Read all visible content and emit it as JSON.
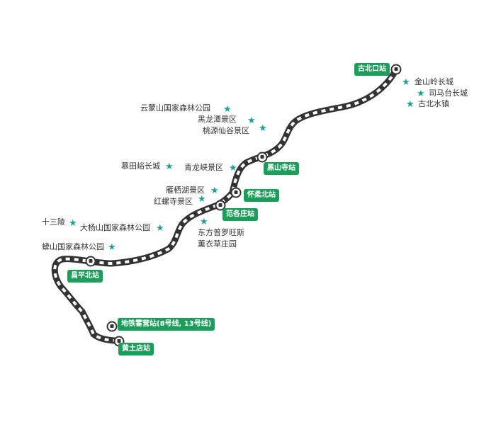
{
  "stations": [
    {
      "id": "gubeikou",
      "name": "古北口站"
    },
    {
      "id": "heishansi",
      "name": "黑山寺站"
    },
    {
      "id": "huairoubei",
      "name": "怀柔北站"
    },
    {
      "id": "fangezhuang",
      "name": "范各庄站"
    },
    {
      "id": "changpingbei",
      "name": "昌平北站"
    },
    {
      "id": "huoying",
      "name": "地铁霍营站(8号线, 13号线)"
    },
    {
      "id": "huangtudian",
      "name": "黄土店站"
    }
  ],
  "station_icon": "train-icon",
  "poi_icon": "star-icon",
  "pois": [
    {
      "id": "jinshanling",
      "name": "金山岭长城"
    },
    {
      "id": "simatai",
      "name": "司马台长城"
    },
    {
      "id": "gubeishuizhen",
      "name": "古北水镇"
    },
    {
      "id": "yunmengshan",
      "name": "云蒙山国家森林公园"
    },
    {
      "id": "heilongtan",
      "name": "黑龙潭景区"
    },
    {
      "id": "taoyuanxiangu",
      "name": "桃源仙谷景区"
    },
    {
      "id": "mutianyu",
      "name": "慕田峪长城"
    },
    {
      "id": "qinglongxia",
      "name": "青龙峡景区"
    },
    {
      "id": "yanqihu",
      "name": "雁栖湖景区"
    },
    {
      "id": "hongluosi",
      "name": "红螺寺景区"
    },
    {
      "id": "lavender",
      "name": "东方普罗旺斯\n薰衣草庄园"
    },
    {
      "id": "shisanling",
      "name": "十三陵"
    },
    {
      "id": "dayangshan",
      "name": "大杨山国家森林公园"
    },
    {
      "id": "mangshan",
      "name": "蟒山国家森林公园"
    }
  ],
  "colors": {
    "rail": "#333333",
    "station_label": "#1a9e5a",
    "star": "#1f9f95",
    "text": "#333333"
  }
}
